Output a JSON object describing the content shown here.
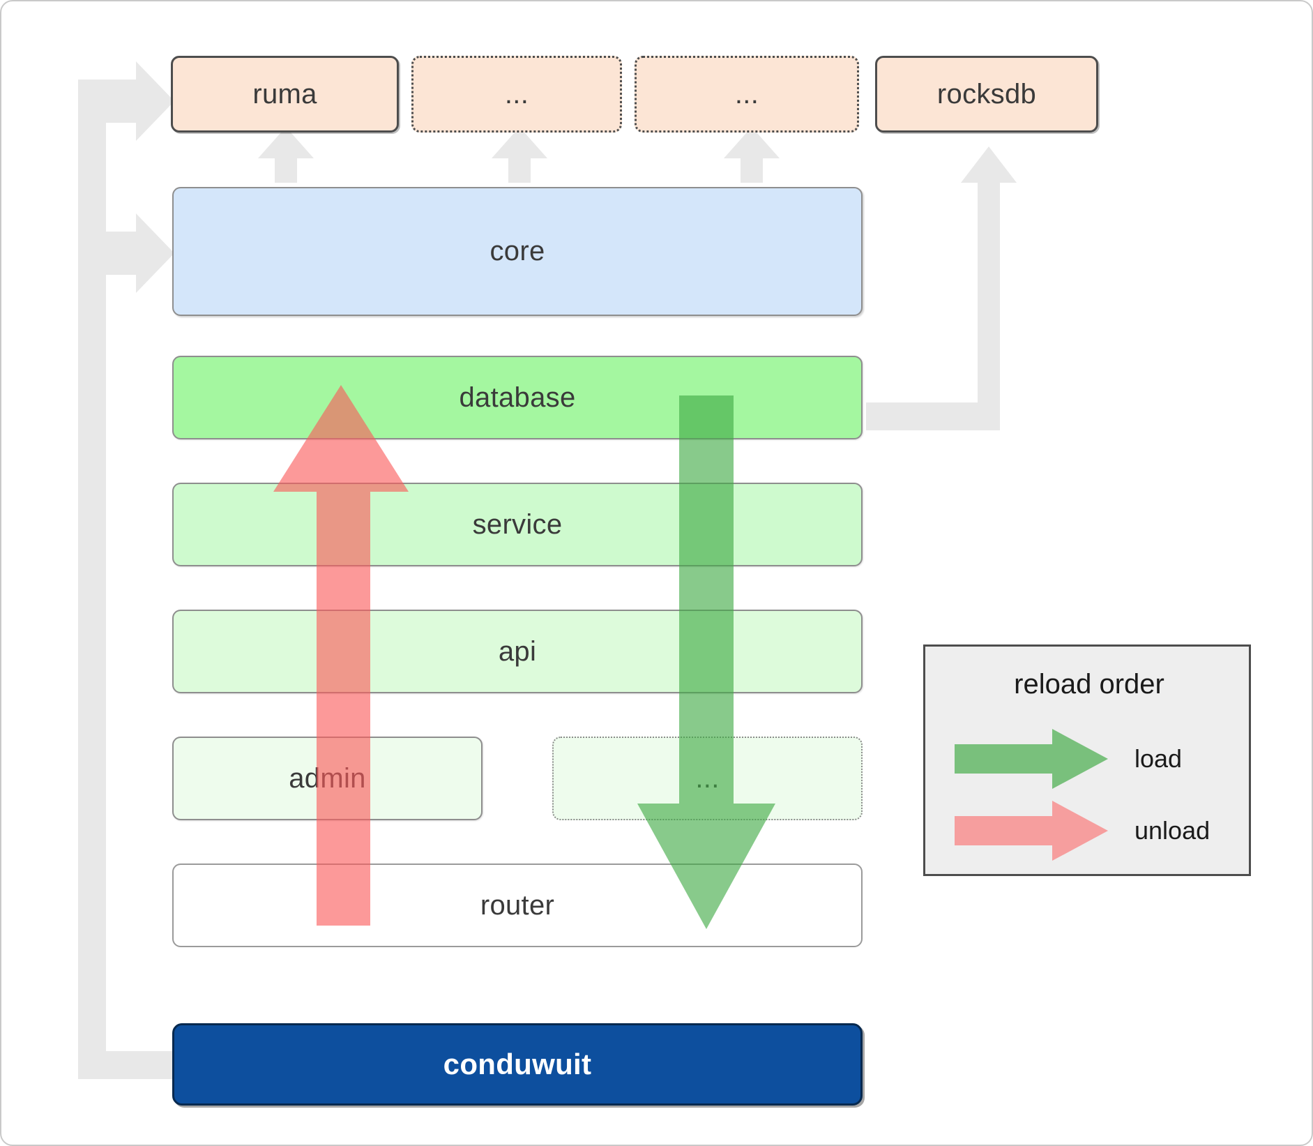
{
  "diagram": {
    "title": "conduwuit crate layering / reload order",
    "dependencies": [
      {
        "id": "ruma",
        "label": "ruma",
        "style": "solid"
      },
      {
        "id": "dep-2",
        "label": "...",
        "style": "dotted"
      },
      {
        "id": "dep-3",
        "label": "...",
        "style": "dotted"
      },
      {
        "id": "rocksdb",
        "label": "rocksdb",
        "style": "solid"
      }
    ],
    "core": {
      "label": "core"
    },
    "layers": [
      {
        "id": "database",
        "label": "database",
        "style": "solid"
      },
      {
        "id": "service",
        "label": "service",
        "style": "solid"
      },
      {
        "id": "api",
        "label": "api",
        "style": "solid"
      },
      {
        "id": "admin",
        "label": "admin",
        "style": "solid"
      },
      {
        "id": "extra",
        "label": "...",
        "style": "dotted"
      },
      {
        "id": "router",
        "label": "router",
        "style": "solid"
      }
    ],
    "binary": {
      "label": "conduwuit"
    },
    "legend": {
      "title": "reload order",
      "entries": [
        {
          "id": "load",
          "label": "load",
          "color": "#4caf50"
        },
        {
          "id": "unload",
          "label": "unload",
          "color": "#f98080"
        }
      ]
    },
    "colors": {
      "dependency_fill": "#fce5d5",
      "core_fill": "#d4e6fa",
      "layer_top_fill": "#a4f7a0",
      "binary_fill": "#0d4f9e",
      "load_arrow": "#4caf50",
      "unload_arrow": "#f98080",
      "connector": "#e8e8e8",
      "legend_fill": "#eeeeee"
    }
  }
}
